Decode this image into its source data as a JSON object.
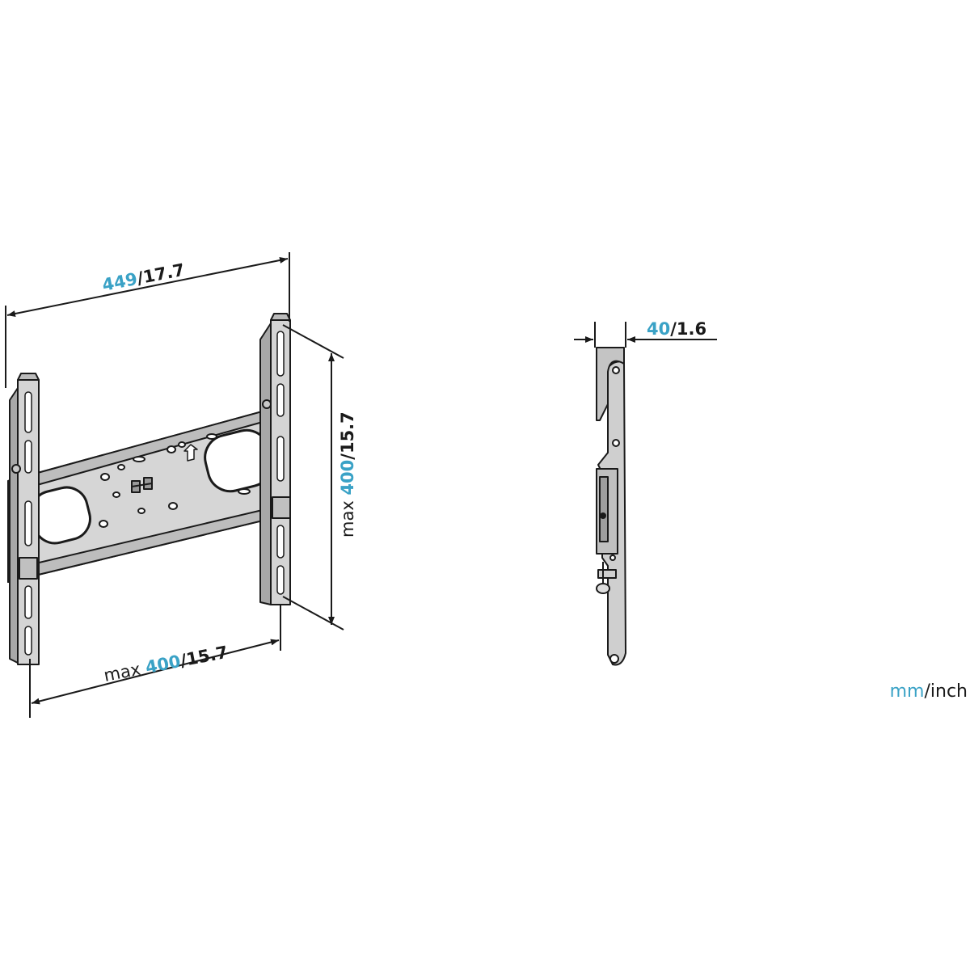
{
  "colors": {
    "accent": "#3aa2c6",
    "ink": "#1a1a1a",
    "metal": "#d4d4d4",
    "metal_dark": "#a9a9a9"
  },
  "dimensions": {
    "width": {
      "metric": "449",
      "sep": "/",
      "imperial": "17.7"
    },
    "vesa_vertical": {
      "prefix": "max ",
      "metric": "400",
      "sep": "/",
      "imperial": "15.7"
    },
    "vesa_horizontal": {
      "prefix": "max ",
      "metric": "400",
      "sep": "/",
      "imperial": "15.7"
    },
    "depth": {
      "metric": "40",
      "sep": "/",
      "imperial": "1.6"
    }
  },
  "units": {
    "metric": "mm",
    "sep": "/",
    "imperial": "inch"
  }
}
